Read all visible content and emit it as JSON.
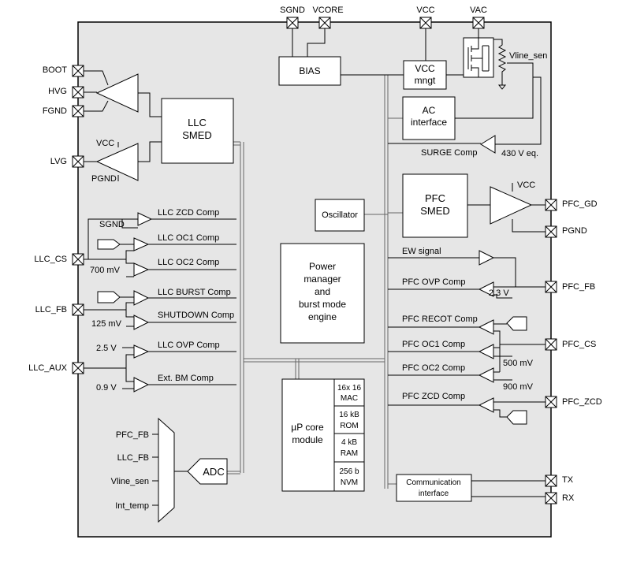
{
  "top_pins": [
    "SGND",
    "VCORE",
    "VCC",
    "VAC"
  ],
  "left_pins": [
    "BOOT",
    "HVG",
    "FGND",
    "LVG",
    "LLC_CS",
    "LLC_FB",
    "LLC_AUX"
  ],
  "right_pins": [
    "PFC_GD",
    "PGND",
    "PFC_FB",
    "PFC_CS",
    "PFC_ZCD",
    "TX",
    "RX"
  ],
  "blocks": {
    "bias": "BIAS",
    "vcc_mngt": [
      "VCC",
      "mngt"
    ],
    "ac_interface": [
      "AC",
      "interface"
    ],
    "llc_smed": [
      "LLC",
      "SMED"
    ],
    "pfc_smed": [
      "PFC",
      "SMED"
    ],
    "oscillator": "Oscillator",
    "power_manager": [
      "Power",
      "manager",
      "and",
      "burst mode",
      "engine"
    ],
    "up_core": [
      "µP core",
      "module"
    ],
    "mem_mac": [
      "16x 16",
      "MAC"
    ],
    "mem_rom": [
      "16 kB",
      "ROM"
    ],
    "mem_ram": [
      "4 kB",
      "RAM"
    ],
    "mem_nvm": [
      "256 b",
      "NVM"
    ],
    "comm": [
      "Communication",
      "interface"
    ],
    "adc": "ADC"
  },
  "labels": {
    "vline_sen": "Vline_sen",
    "surge_comp": "SURGE Comp",
    "v430": "430 V eq.",
    "vcc_lvg": "VCC",
    "pgnd_lvg": "PGND",
    "vcc_pfc": "VCC",
    "sgnd_zcd": "SGND",
    "llc_zcd": "LLC ZCD Comp",
    "llc_oc1": "LLC OC1 Comp",
    "llc_oc2": "LLC OC2 Comp",
    "v700": "700 mV",
    "llc_burst": "LLC BURST Comp",
    "shutdown": "SHUTDOWN Comp",
    "v125": "125 mV",
    "llc_ovp": "LLC OVP Comp",
    "v2_5": "2.5 V",
    "ext_bm": "Ext. BM Comp",
    "v0_9": "0.9 V",
    "ew": "EW signal",
    "pfc_ovp": "PFC OVP Comp",
    "v2_3": "2.3 V",
    "pfc_recot": "PFC RECOT Comp",
    "pfc_oc1": "PFC OC1 Comp",
    "v500": "500 mV",
    "pfc_oc2": "PFC OC2 Comp",
    "v900": "900 mV",
    "pfc_zcd": "PFC ZCD Comp",
    "mux_inputs": [
      "PFC_FB",
      "LLC_FB",
      "Vline_sen",
      "Int_temp"
    ]
  }
}
